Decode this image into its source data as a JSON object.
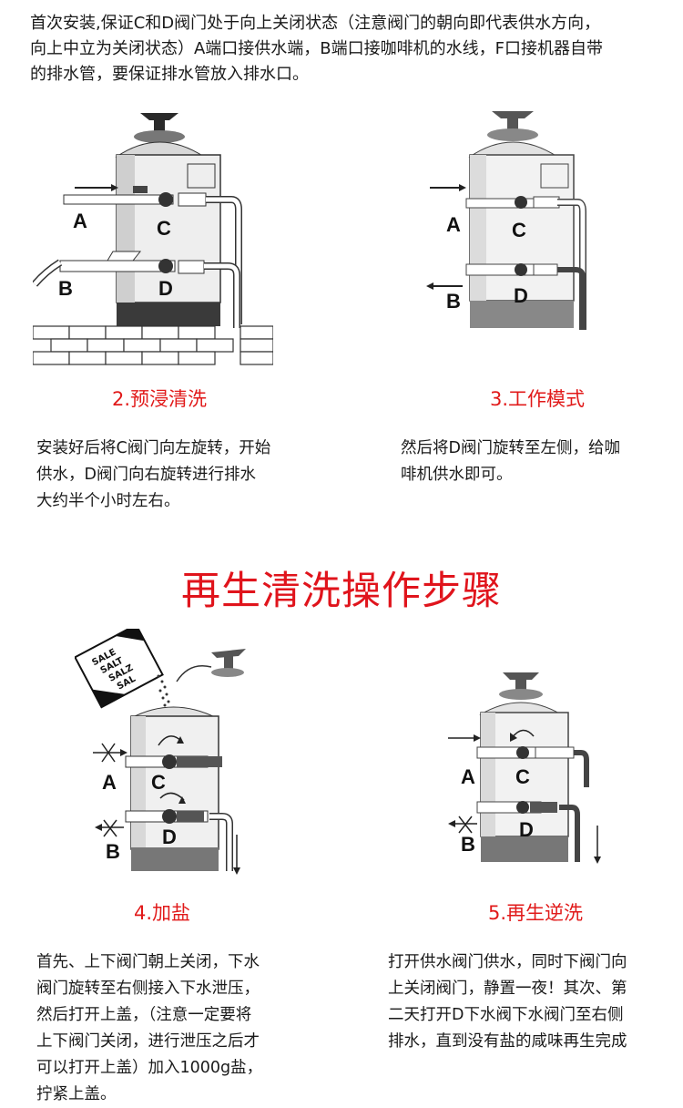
{
  "intro": {
    "line1": "首次安装,保证C和D阀门处于向上关闭状态（注意阀门的朝向即代表供水方向，",
    "line2": "向上中立为关闭状态）A端口接供水端，B端口接咖啡机的水线，F口接机器自带",
    "line3": "的排水管，要保证排水管放入排水口。"
  },
  "steps": [
    {
      "caption": "2.预浸清洗",
      "desc": [
        "安装好后将C阀门向左旋转，开始",
        "供水，D阀门向右旋转进行排水",
        "大约半个小时左右。"
      ],
      "labels": {
        "a": "A",
        "b": "B",
        "c": "C",
        "d": "D"
      }
    },
    {
      "caption": "3.工作模式",
      "desc": [
        "然后将D阀门旋转至左侧，给咖",
        "啡机供水即可。"
      ],
      "labels": {
        "a": "A",
        "b": "B",
        "c": "C",
        "d": "D"
      }
    },
    {
      "caption": "4.加盐",
      "desc": [
        "首先、上下阀门朝上关闭，下水",
        "阀门旋转至右侧接入下水泄压，",
        "然后打开上盖，（注意一定要将",
        "上下阀门关闭，进行泄压之后才",
        "可以打开上盖）加入1000g盐，",
        "拧紧上盖。"
      ],
      "labels": {
        "a": "A",
        "b": "B",
        "c": "C",
        "d": "D"
      },
      "salt_bag": [
        "SALE",
        "SALT",
        "SALZ",
        "SAL"
      ]
    },
    {
      "caption": "5.再生逆洗",
      "desc": [
        "打开供水阀门供水，同时下阀门向",
        "上关闭阀门，静置一夜！其次、第",
        "二天打开D下水阀下水阀门至右侧",
        "排水，直到没有盐的咸味再生完成"
      ],
      "labels": {
        "a": "A",
        "b": "B",
        "c": "C",
        "d": "D"
      }
    }
  ],
  "heading": "再生清洗操作步骤",
  "colors": {
    "accent": "#e0141c",
    "text": "#1a1a1a",
    "line": "#222222"
  }
}
